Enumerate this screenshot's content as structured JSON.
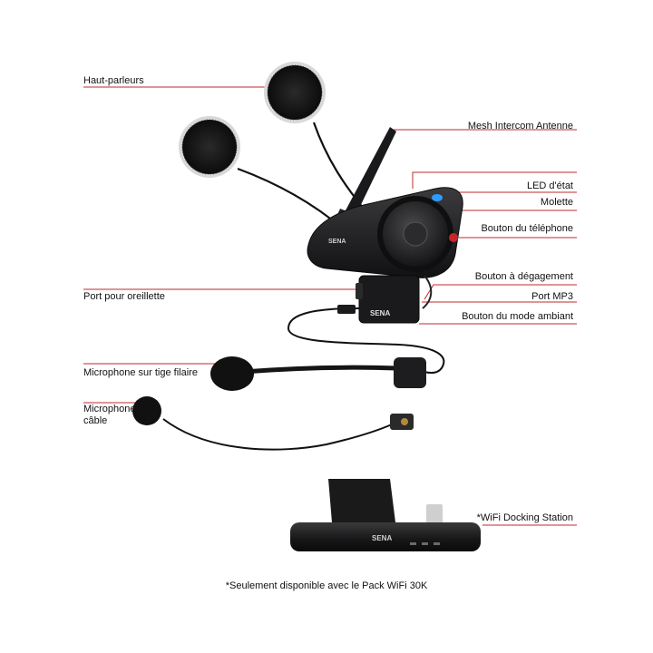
{
  "labels": {
    "speakers": "Haut-parleurs",
    "mesh_antenna": "Mesh Intercom Antenne",
    "status_led": "LED d'état",
    "jog_dial": "Molette",
    "phone_button": "Bouton du téléphone",
    "release_button": "Bouton à dégagement",
    "earbud_port": "Port pour oreillette",
    "mp3_port": "Port MP3",
    "ambient_mode_button": "Bouton du mode ambiant",
    "boom_mic": "Microphone sur tige filaire",
    "wired_mic": "Microphone câble",
    "docking_station": "*WiFi Docking Station"
  },
  "brand": {
    "unit_logo": "SENA",
    "clamp_logo": "SENA",
    "dock_logo": "SENA"
  },
  "footnote": "*Seulement disponible avec le Pack WiFi 30K",
  "colors": {
    "leader_line": "#c0282e",
    "device_dark": "#1c1c1e",
    "device_mid": "#3a3a3d",
    "led_blue": "#2e9bff",
    "button_red": "#c8252b"
  }
}
